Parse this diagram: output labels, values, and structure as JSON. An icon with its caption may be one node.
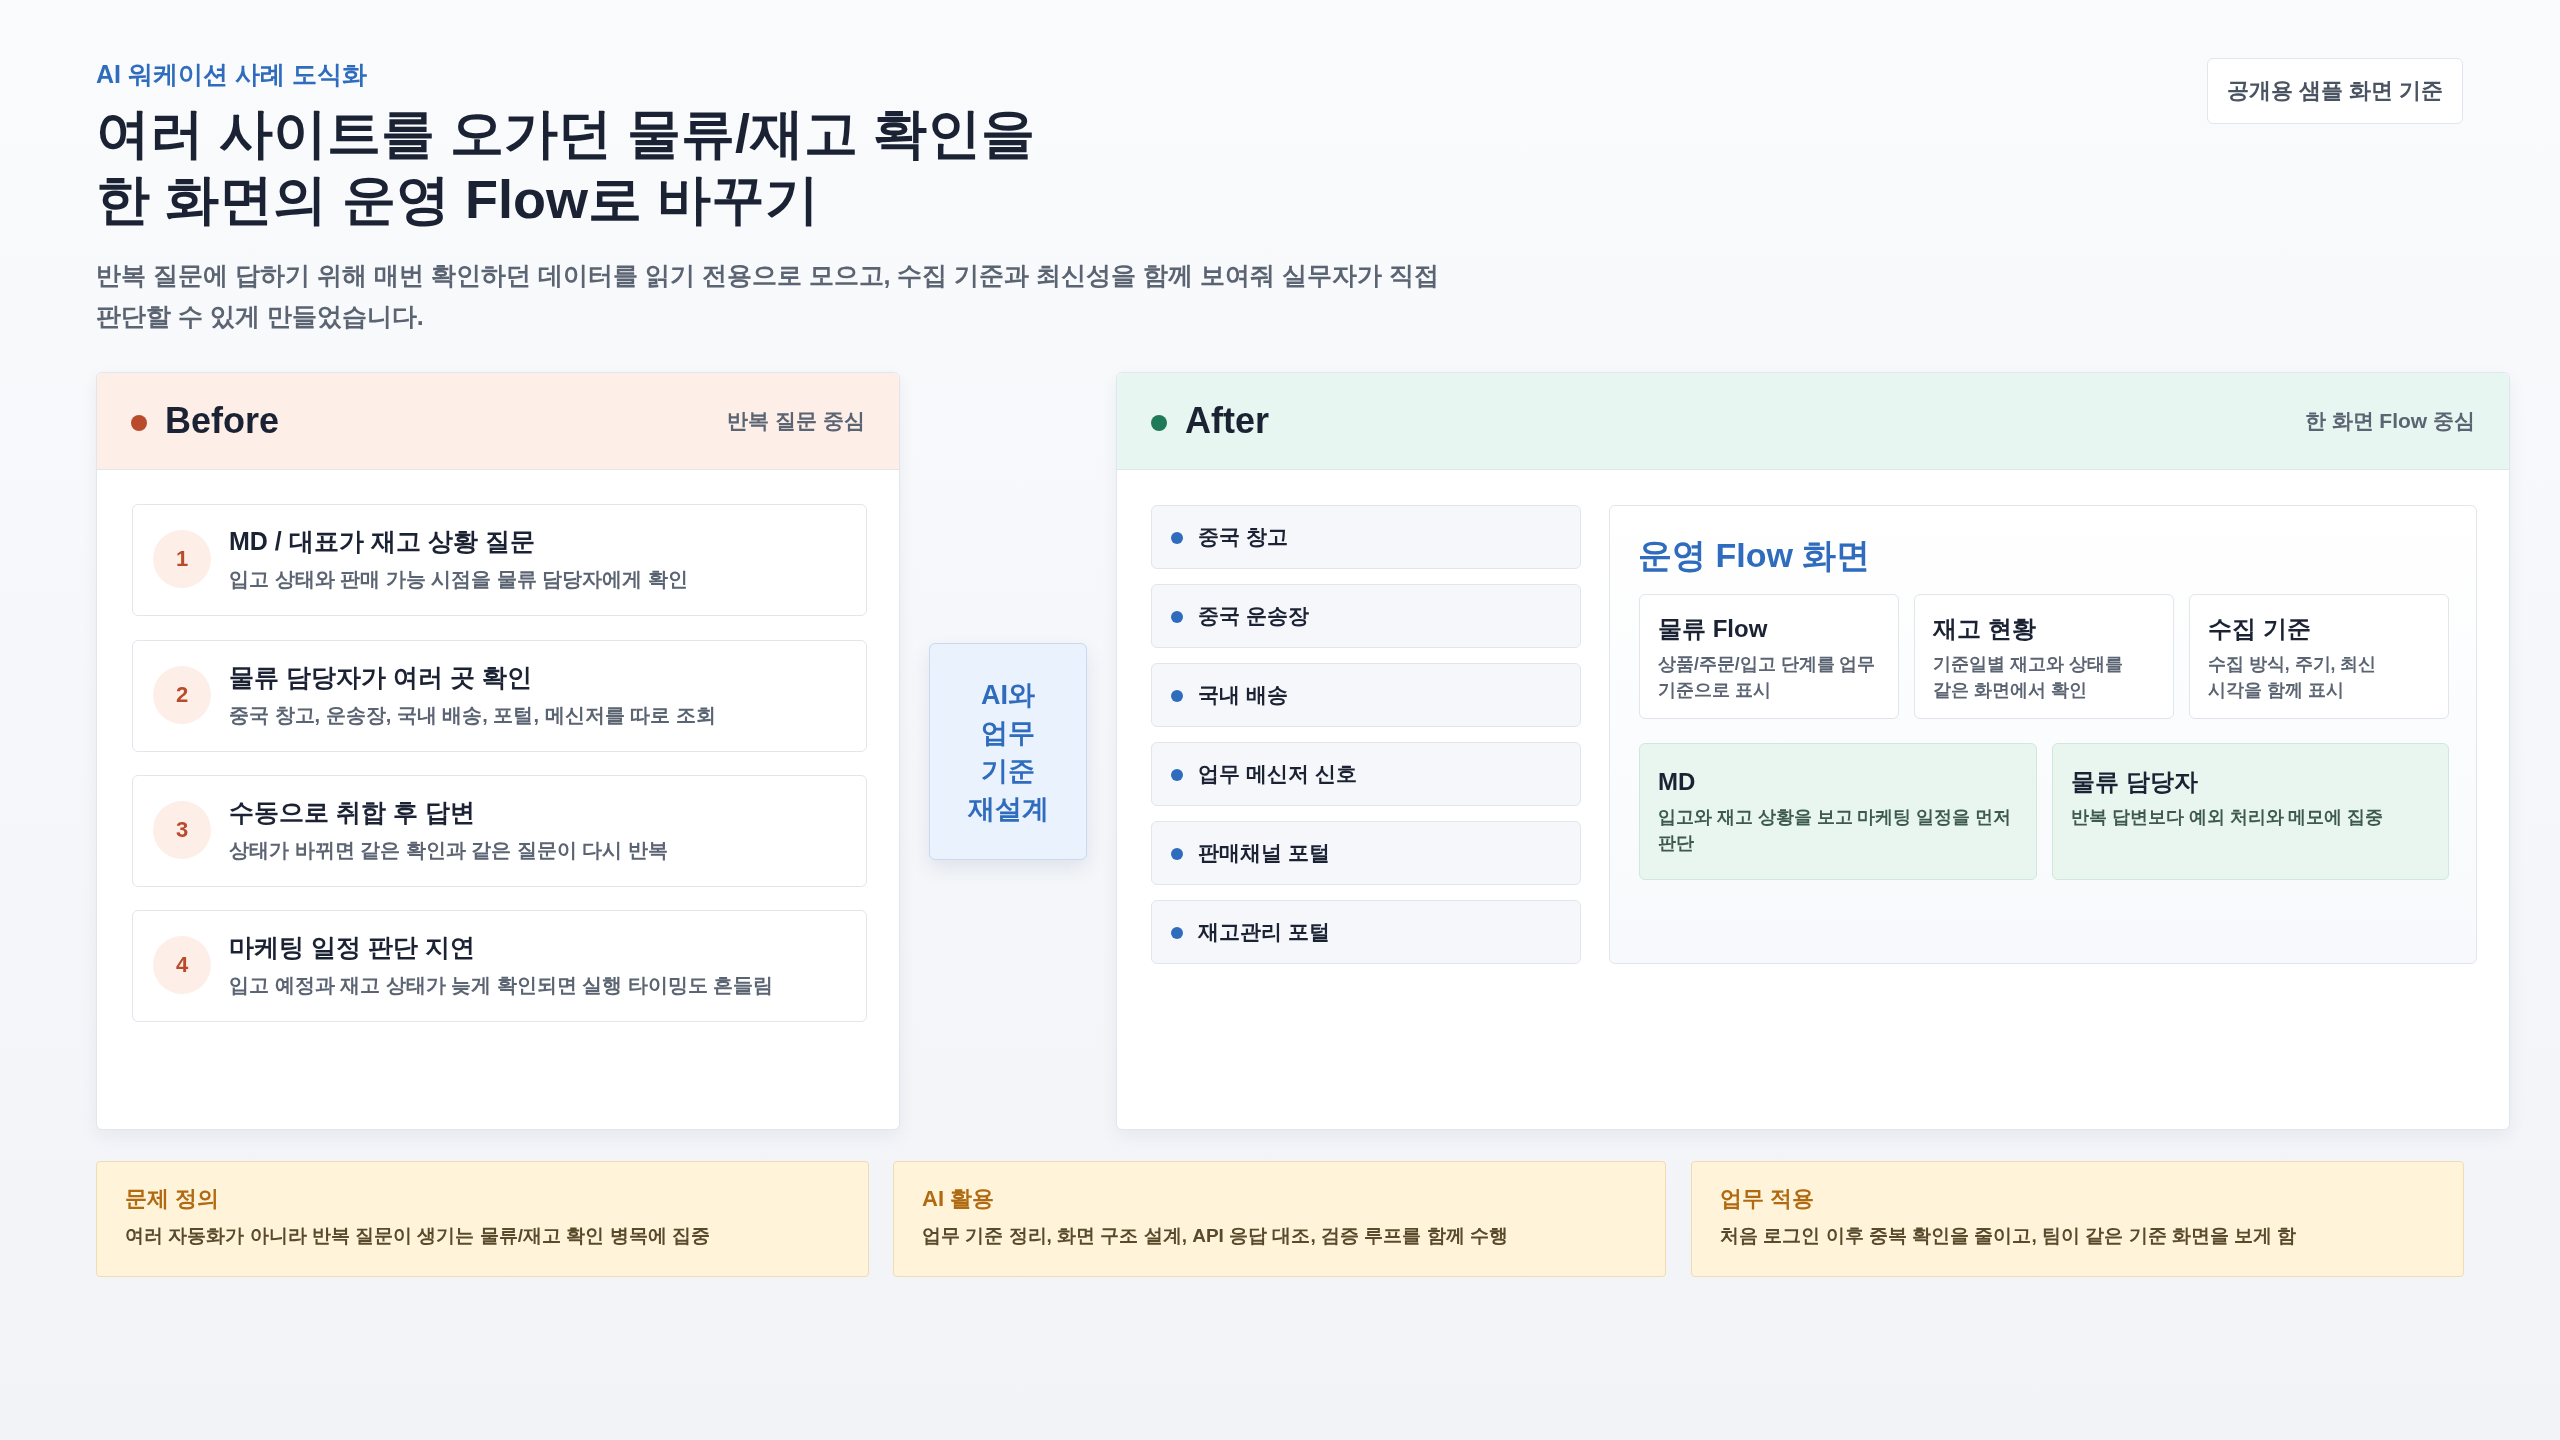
{
  "diagram": {
    "title": "여러 사이트를 오가던 물류/재고 확인을 한 화면의 운영 Flow로 바꾸기",
    "nodes": [
      {
        "text": [
          "Before",
          "반복 질문 중심"
        ]
      },
      {
        "text": [
          "MD / 대표가 재고 상황 질문",
          "입고 상태와 판매 가능 시점을 물류 담당자에게 확인"
        ],
        "in": 0
      },
      {
        "text": [
          "1"
        ],
        "in": 1
      },
      {
        "text": [
          "물류 담당자가 여러 곳 확인",
          "중국 창고, 운송장, 국내 배송, 포털, 메신저를 따로 조회"
        ],
        "in": 0
      },
      {
        "text": [
          "2"
        ],
        "in": 3
      },
      {
        "text": [
          "수동으로 취합 후 답변",
          "상태가 바뀌면 같은 확인과 같은 질문이 다시 반복"
        ],
        "in": 0
      },
      {
        "text": [
          "3"
        ],
        "in": 5
      },
      {
        "text": [
          "마케팅 일정 판단 지연",
          "입고 예정과 재고 상태가 늦게 확인되면 실행 타이밍도 흔들림"
        ],
        "in": 0
      },
      {
        "text": [
          "4"
        ],
        "in": 7
      },
      {
        "text": [
          "AI와 업무 기준 재설계"
        ]
      },
      {
        "text": [
          "After",
          "한 화면 Flow 중심"
        ]
      },
      {
        "text": [
          "중국 창고"
        ],
        "in": 10
      },
      {
        "text": [
          "중국 운송장"
        ],
        "in": 10
      },
      {
        "text": [
          "국내 배송"
        ],
        "in": 10
      },
      {
        "text": [
          "업무 메신저 신호"
        ],
        "in": 10
      },
      {
        "text": [
          "판매채널 포털"
        ],
        "in": 10
      },
      {
        "text": [
          "재고관리 포털"
        ],
        "in": 10
      },
      {
        "text": [
          "운영 Flow 화면"
        ],
        "in": 10
      },
      {
        "text": [
          "물류 Flow",
          "상품/주문/입고 단계를 업무 기준으로 표시"
        ],
        "in": 17
      },
      {
        "text": [
          "재고 현황",
          "기준일별 재고와 상태를 같은 화면에서 확인"
        ],
        "in": 17
      },
      {
        "text": [
          "수집 기준",
          "수집 방식, 주기, 최신 시각을 함께 표시"
        ],
        "in": 17
      },
      {
        "text": [
          "MD",
          "입고와 재고 상황을 보고 마케팅 일정을 먼저 판단"
        ],
        "in": 17
      },
      {
        "text": [
          "물류 담당자",
          "반복 답변보다 예외 처리와 메모에 집중"
        ],
        "in": 17
      },
      {
        "text": [
          "문제 정의",
          "여러 자동화가 아니라 반복 질문이 생기는 물류/재고 확인 병목에 집중"
        ]
      },
      {
        "text": [
          "AI 활용",
          "업무 기준 정리, 화면 구조 설계, API 응답 대조, 검증 루프를 함께 수행"
        ]
      },
      {
        "text": [
          "업무 적용",
          "처음 로그인 이후 중복 확인을 줄이고, 팀이 같은 기준 화면을 보게 함"
        ]
      },
      {
        "text": [
          "공개용 샘플 화면 기준"
        ]
      }
    ],
    "labels": [
      "AI 워케이션 사례 도식화",
      "반복 질문에 답하기 위해 매번 확인하던 데이터를 읽기 전용으로 모으고, 수집 기준과 최신성을 함께 보여줘 실무자가 직접 판단할 수 있게 만들었습니다."
    ]
  }
}
